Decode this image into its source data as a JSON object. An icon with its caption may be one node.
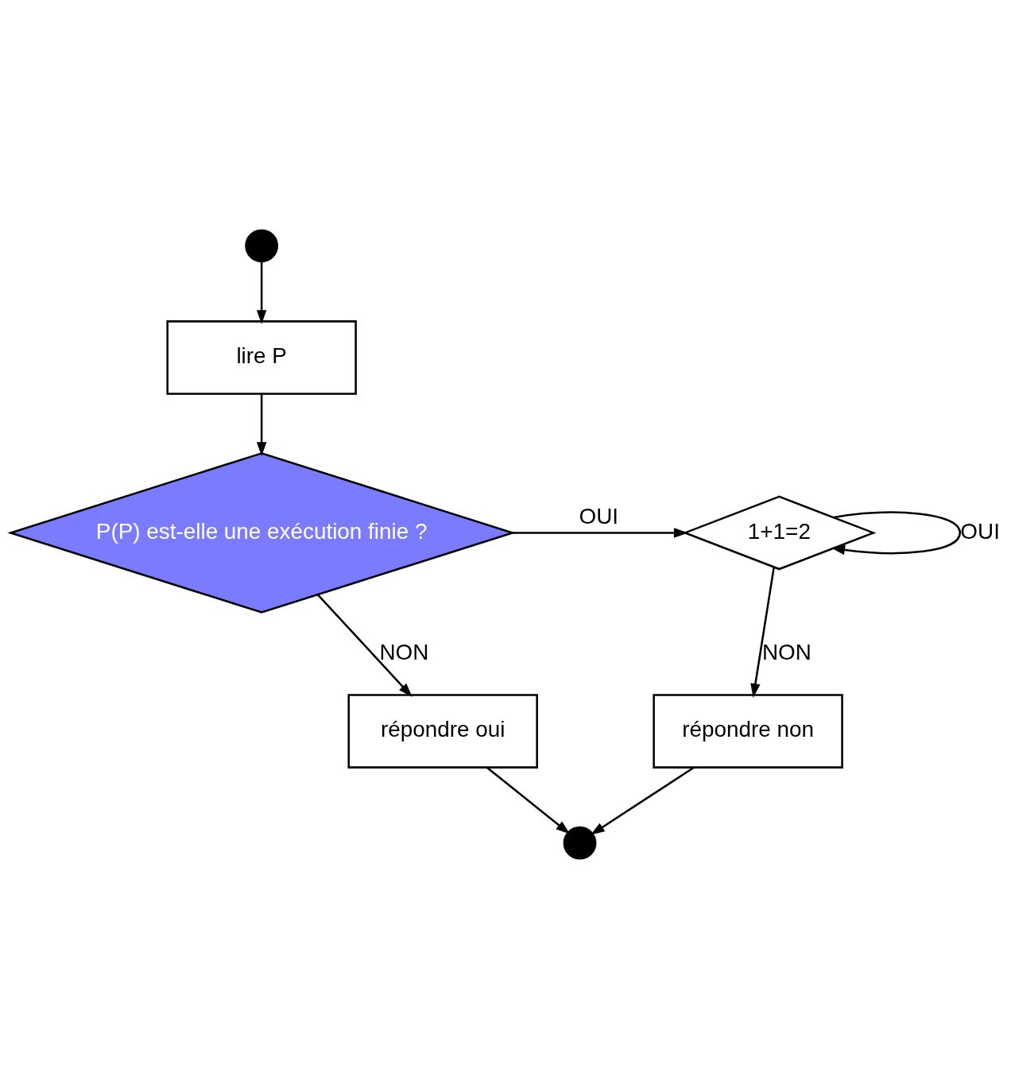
{
  "diagram": {
    "nodes": [
      {
        "text": [],
        "shape": "circle"
      },
      {
        "text": [
          "lire P"
        ]
      },
      {
        "text": [
          "P(P) est-elle une exécution finie ?"
        ]
      },
      {
        "text": [
          "1+1=2"
        ]
      },
      {
        "text": [
          "répondre oui"
        ]
      },
      {
        "text": [
          "répondre non"
        ]
      },
      {
        "text": [],
        "shape": "circle"
      }
    ],
    "edges": [
      {
        "from": 0,
        "to": 1,
        "arrow": "to"
      },
      {
        "from": 1,
        "to": 2,
        "arrow": "to"
      },
      {
        "from": 2,
        "to": 3,
        "arrow": "to",
        "label": "OUI"
      },
      {
        "from": 3,
        "to": 3,
        "arrow": "to",
        "label": "OUI"
      },
      {
        "from": 2,
        "to": 4,
        "arrow": "to",
        "label": "NON"
      },
      {
        "from": 3,
        "to": 5,
        "arrow": "to",
        "label": "NON"
      },
      {
        "from": 4,
        "to": 6,
        "arrow": "to"
      },
      {
        "from": 5,
        "to": 6,
        "arrow": "to"
      }
    ]
  }
}
